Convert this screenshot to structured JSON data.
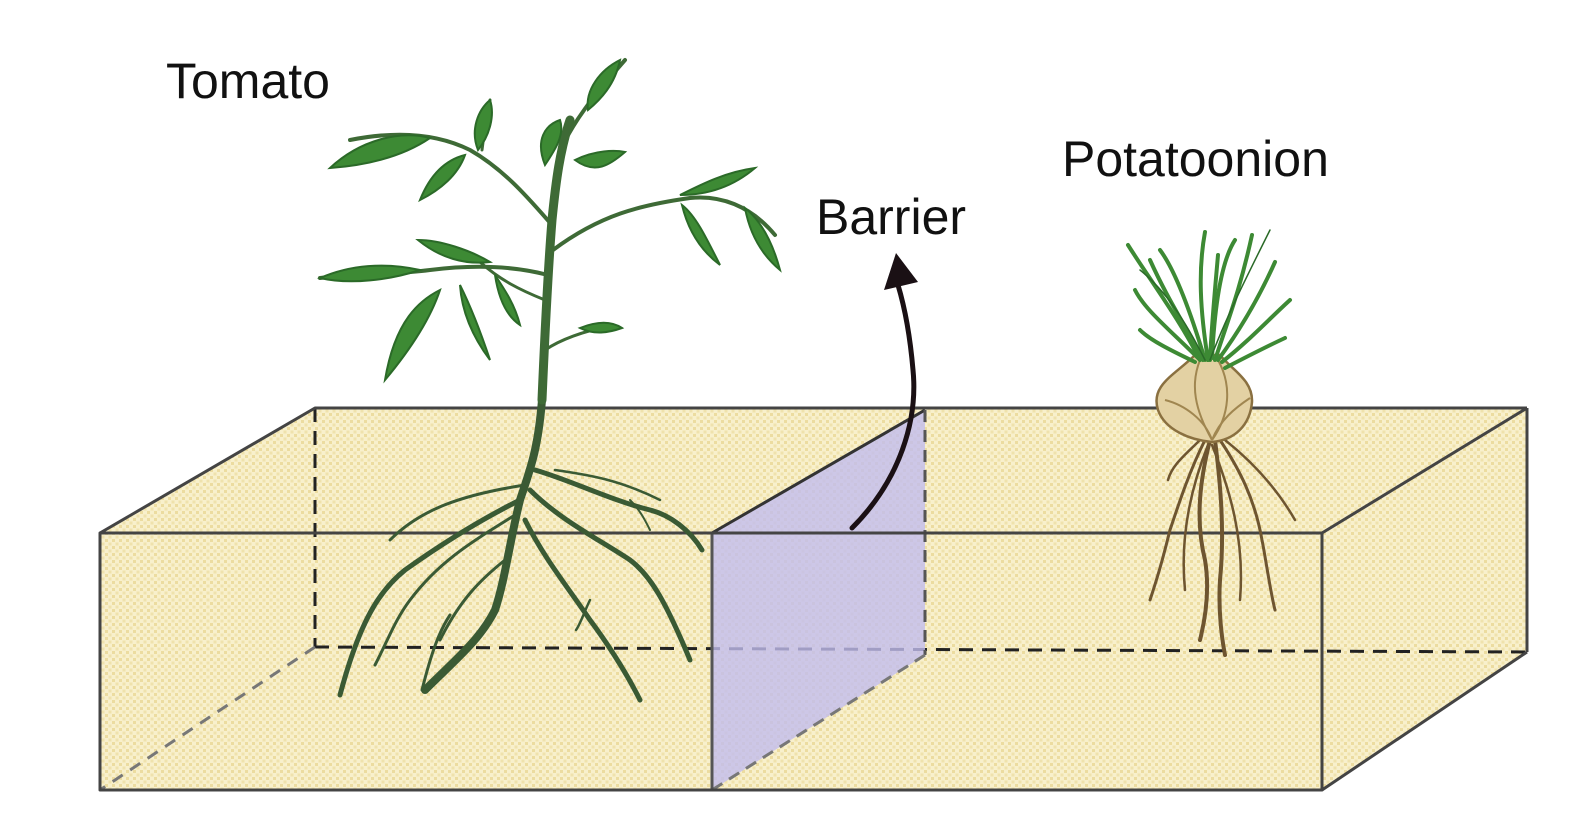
{
  "labels": {
    "tomato": "Tomato",
    "barrier": "Barrier",
    "potatoonion": "Potatoonion"
  },
  "colors": {
    "soil": "#f7efc8",
    "soil_dots": "#ecdc99",
    "barrier": "#c4c0ec",
    "edge": "#444444",
    "leaf": "#3c8a35",
    "leaf_edge": "#2a6a28",
    "stem": "#33582e",
    "bulb": "#e2cfa0",
    "onion_root": "#6e5530",
    "arrow": "#1a1014"
  },
  "icons": {
    "tomato_plant": "tomato-plant-icon",
    "potatoonion_plant": "potatoonion-plant-icon",
    "arrow": "curved-arrow-icon"
  }
}
